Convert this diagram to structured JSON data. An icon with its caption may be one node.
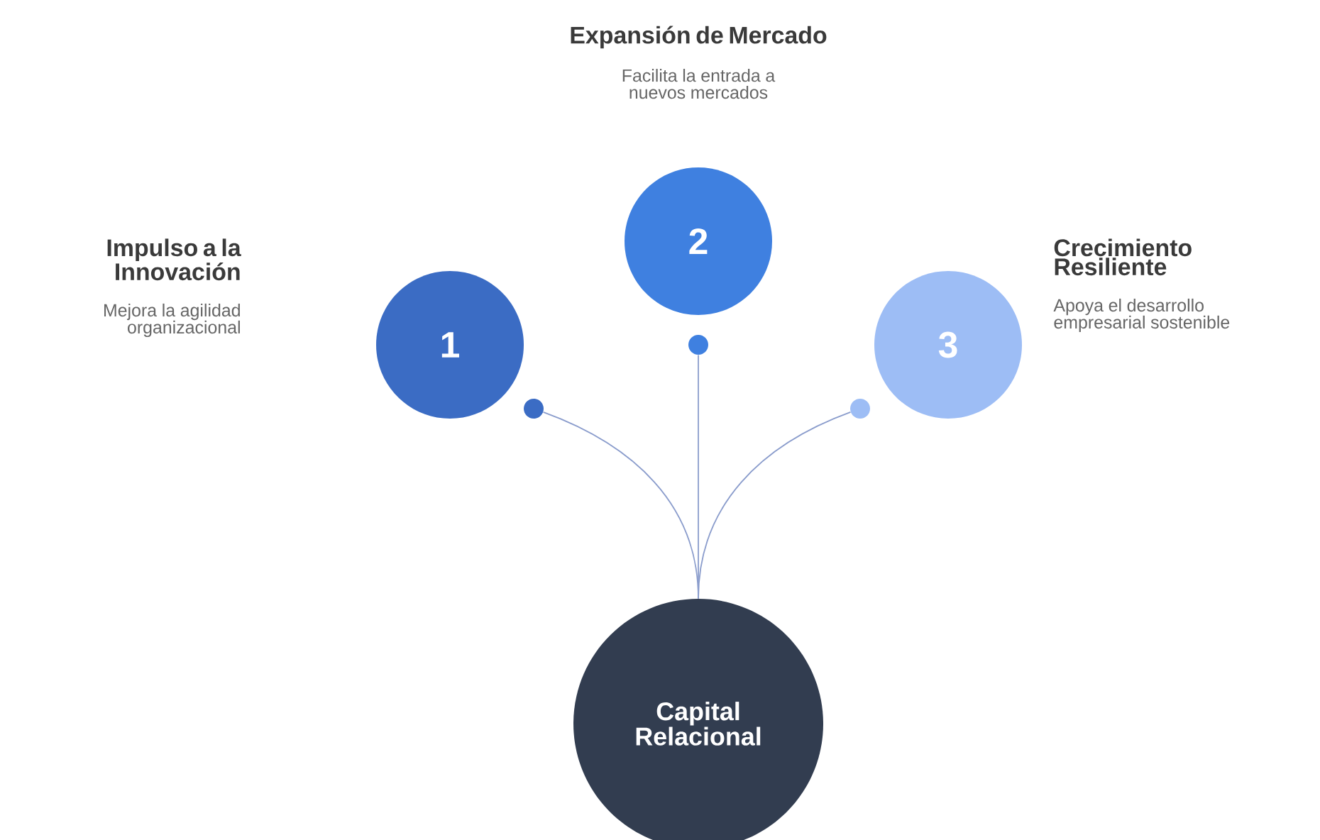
{
  "diagram": {
    "nodes": [
      {
        "text": [
          "1"
        ],
        "beside": [
          "Impulso a la Innovación",
          "Mejora la agilidad organizacional"
        ]
      },
      {
        "text": [
          "2"
        ],
        "beside": [
          "Expansión de Mercado",
          "Facilita la entrada a nuevos mercados"
        ]
      },
      {
        "text": [
          "3"
        ],
        "beside": [
          "Crecimiento Resiliente",
          "Apoya el desarrollo empresarial sostenible"
        ]
      },
      {
        "text": [],
        "shape": "circle"
      },
      {
        "text": [],
        "shape": "circle"
      },
      {
        "text": [],
        "shape": "circle"
      },
      {
        "text": [
          "Capital Relacional"
        ]
      }
    ],
    "edges": [
      {
        "from": 6,
        "to": 3,
        "arrow": "none"
      },
      {
        "from": 6,
        "to": 4,
        "arrow": "none"
      },
      {
        "from": 6,
        "to": 5,
        "arrow": "none"
      }
    ]
  }
}
